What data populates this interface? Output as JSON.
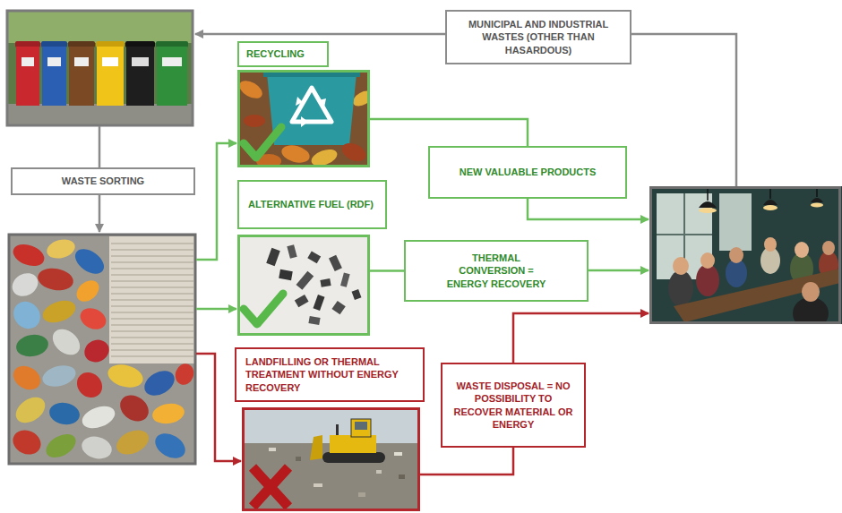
{
  "diagram": {
    "nodes": [
      {
        "text": [
          "MUNICIPAL AND INDUSTRIAL WASTES (OTHER THAN HASARDOUS)"
        ]
      },
      {
        "text": [
          "WASTE SORTING"
        ]
      },
      {
        "text": [
          "RECYCLING"
        ]
      },
      {
        "text": [
          "NEW VALUABLE PRODUCTS"
        ]
      },
      {
        "text": [
          "ALTERNATIVE FUEL (RDF)"
        ]
      },
      {
        "text": [
          "THERMAL CONVERSION = ENERGY RECOVERY"
        ]
      },
      {
        "text": [
          "LANDFILLING OR THERMAL TREATMENT WITHOUT ENERGY RECOVERY"
        ]
      },
      {
        "text": [
          "WASTE DISPOSAL = NO POSSIBILITY TO RECOVER MATERIAL OR ENERGY"
        ]
      }
    ],
    "edges": [
      {
        "from": 2,
        "to": 3,
        "arrow": "none"
      },
      {
        "from": 4,
        "to": 5,
        "arrow": "none"
      },
      {
        "from": 6,
        "to": 7,
        "arrow": "none"
      }
    ]
  }
}
